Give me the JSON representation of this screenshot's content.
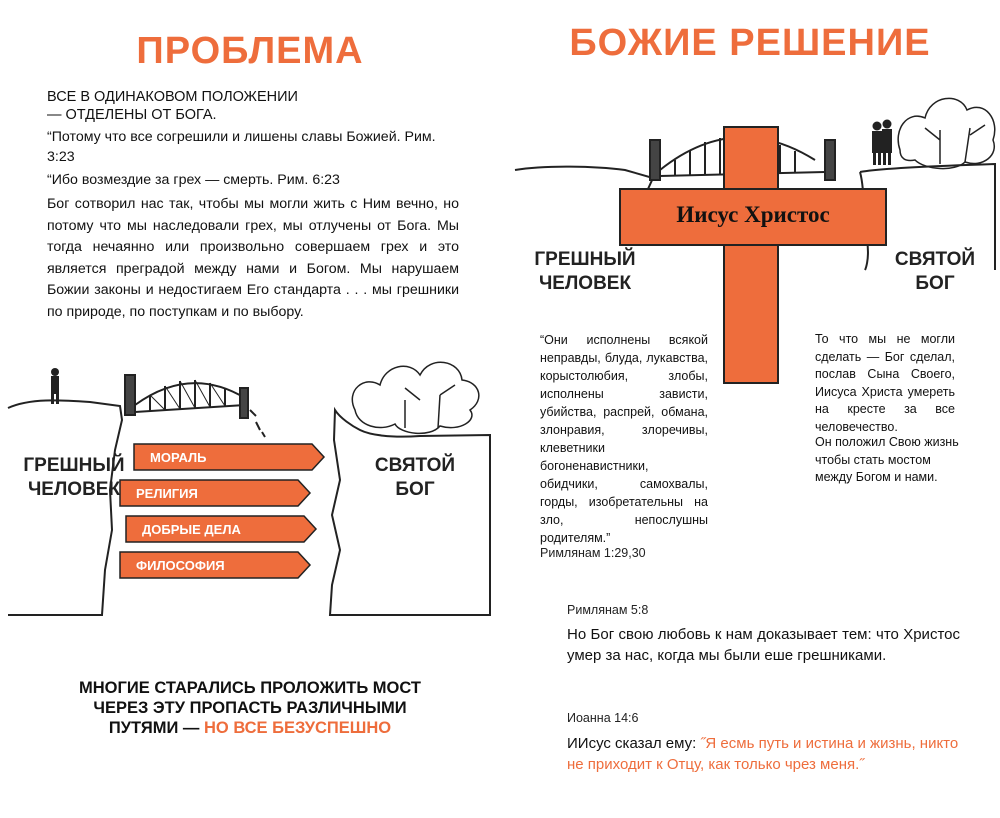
{
  "left": {
    "title": "ПРОБЛЕМА",
    "subtitle_line1": "ВСЕ В ОДИНАКОВОМ ПОЛОЖЕНИИ",
    "subtitle_line2": "— ОТДЕЛЕНЫ ОТ БОГА.",
    "verse1": "“Потому что все согрешили и лишены славы Божией. Рим. 3:23",
    "verse2": "“Ибо возмездие за грех — смерть. Рим. 6:23",
    "paragraph": "Бог сотворил нас так, чтобы мы могли жить с Ним вечно, но потому что мы наследовали грех, мы отлучены от Бога. Мы тогда нечаянно или произвольно совершаем грех и это является преградой между нами и Богом. Мы нарушаем Божии законы и недостигаем Его стандарта . . . мы грешники по природе, по поступкам и по выбору.",
    "sinful_label_line1": "ГРЕШНЫЙ",
    "sinful_label_line2": "ЧЕЛОВЕК",
    "holy_label_line1": "СВЯТОЙ",
    "holy_label_line2": "БОГ",
    "planks": [
      "МОРАЛЬ",
      "РЕЛИГИЯ",
      "ДОБРЫЕ ДЕЛА",
      "ФИЛОСОФИЯ"
    ],
    "bottom_line1": "МНОГИЕ СТАРАЛИСЬ ПРОЛОЖИТЬ МОСТ",
    "bottom_line2": "ЧЕРЕЗ ЭТУ ПРОПАСТЬ РАЗЛИЧНЫМИ",
    "bottom_line3_a": "ПУТЯМИ — ",
    "bottom_line3_b": "НО ВСЕ БЕЗУСПЕШНО"
  },
  "right": {
    "title": "БОЖИЕ РЕШЕНИЕ",
    "cross_label": "Иисус Христос",
    "sinful_label_line1": "ГРЕШНЫЙ",
    "sinful_label_line2": "ЧЕЛОВЕК",
    "holy_label_line1": "СВЯТОЙ",
    "holy_label_line2": "БОГ",
    "romans_quote": "“Они исполнены всякой неправды, блуда, лукавства, корыстолюбия, злобы, исполнены зависти, убийства, распрей, обмана, злонравия, злоречивы, клеветники богоненавистники, обидчики, самохвалы, горды, изобретательны на зло, непослушны родителям.”",
    "romans_ref": "Римлянам 1:29,30",
    "god_did_p1": "То что мы не могли сделать — Бог сделал, послав Сына Своего, Иисуса Христа умереть на кресте за все человечество.",
    "god_did_p2": "Он положил Свою жизнь чтобы стать мостом между Богом и нами.",
    "romans58_ref": "Римлянам 5:8",
    "romans58_text": "Но Бог свою любовь к нам доказывает тем: что Христос умер за нас, когда мы были еше грешниками.",
    "john_ref": "Иоанна 14:6",
    "john_text_a": "ИИсус сказал ему: ",
    "john_text_b": "˝Я есмь путь и истина и жизнь, никто не приходит к Отцу, как только чрез меня.˝"
  },
  "colors": {
    "accent": "#ee6d3c",
    "text": "#111111"
  }
}
